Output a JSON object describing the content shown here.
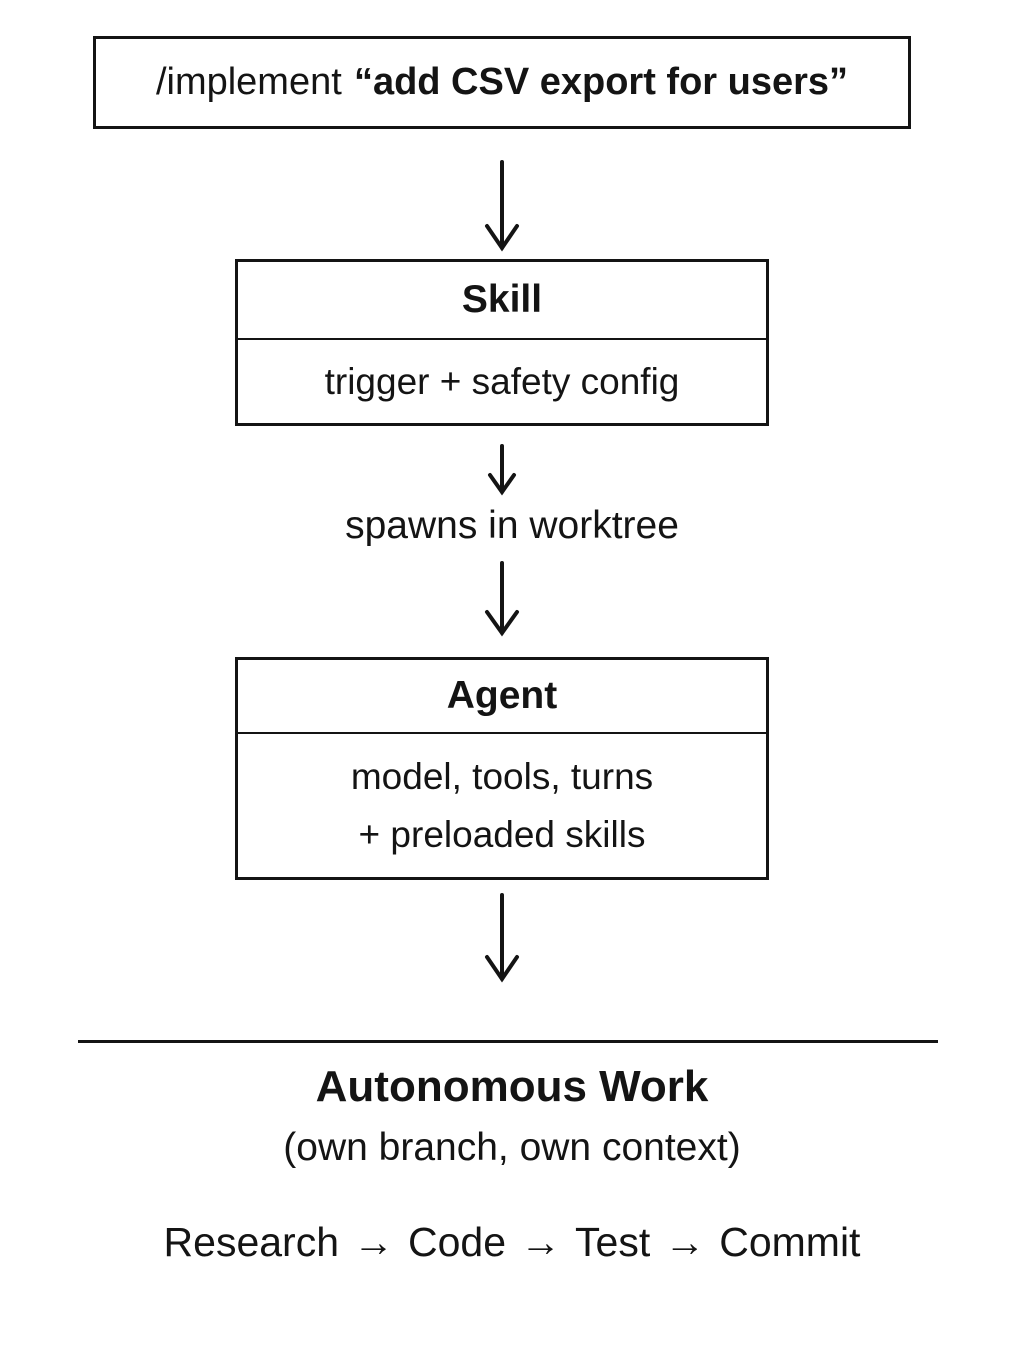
{
  "diagram": {
    "command": {
      "prefix": "/implement",
      "argument": "“add CSV export for users”"
    },
    "skill": {
      "title": "Skill",
      "subtitle": "trigger + safety config"
    },
    "spawn_label": "spawns in worktree",
    "agent": {
      "title": "Agent",
      "line1": "model, tools, turns",
      "line2": "+ preloaded skills"
    },
    "outcome": {
      "title": "Autonomous Work",
      "subtitle": "(own branch, own context)",
      "pipeline": [
        "Research",
        "Code",
        "Test",
        "Commit"
      ],
      "pipeline_separator": "→"
    },
    "colors": {
      "ink": "#141414",
      "background": "#ffffff"
    }
  }
}
